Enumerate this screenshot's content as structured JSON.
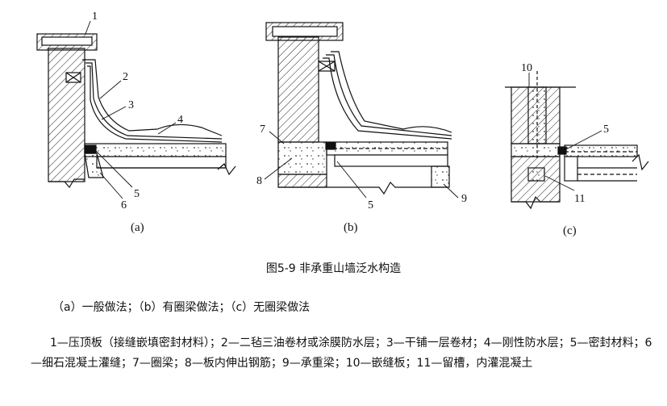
{
  "figure": {
    "title": "图5-9   非承重山墙泛水构造",
    "subtitle": "（a）一般做法；（b）有圈梁做法；（c）无圈梁做法",
    "legend": "1—压顶板（接缝嵌填密封材料）；2—二毡三油卷材或涂膜防水层；3—干铺一层卷材；4—刚性防水层；5—密封材料；6—细石混凝土灌缝；7—圈梁；8—板内伸出钢筋；9—承重梁；10—嵌缝板；11—留槽，内灌混凝土"
  },
  "panels": {
    "a": {
      "caption": "(a)",
      "labels": [
        "1",
        "2",
        "3",
        "4",
        "5",
        "6"
      ]
    },
    "b": {
      "caption": "(b)",
      "labels": [
        "7",
        "8",
        "5",
        "9"
      ]
    },
    "c": {
      "caption": "(c)",
      "labels": [
        "10",
        "5",
        "11"
      ]
    }
  }
}
